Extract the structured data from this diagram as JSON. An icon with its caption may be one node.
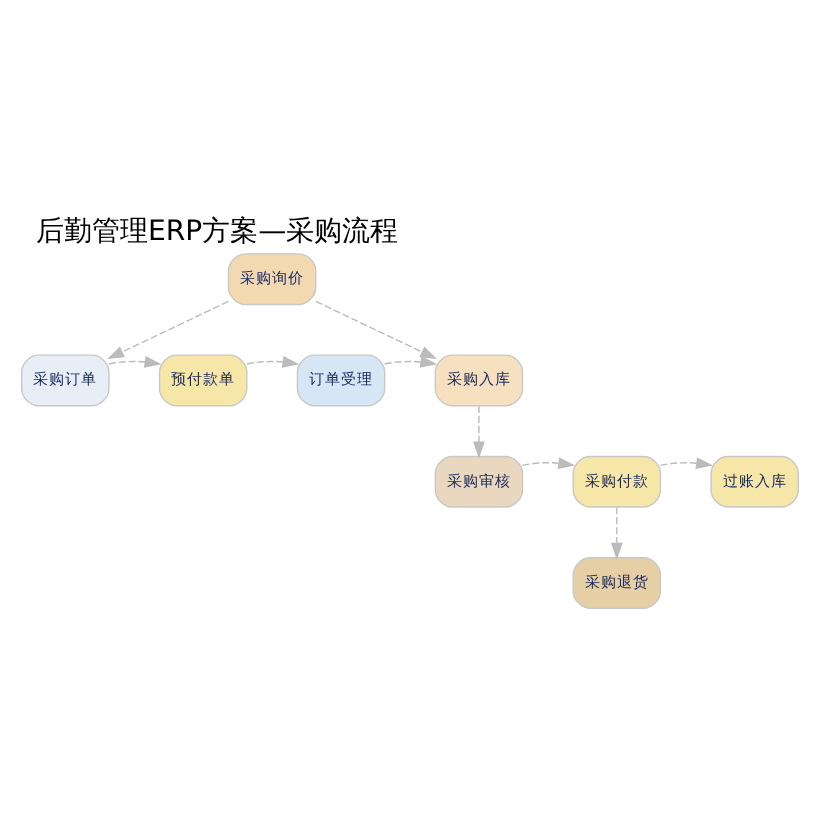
{
  "diagram": {
    "title": "后勤管理ERP方案—采购流程",
    "nodes": [
      {
        "text": [
          "采购询价"
        ]
      },
      {
        "text": [
          "采购订单"
        ]
      },
      {
        "text": [
          "预付款单"
        ]
      },
      {
        "text": [
          "订单受理"
        ]
      },
      {
        "text": [
          "采购入库"
        ]
      },
      {
        "text": [
          "过账入库"
        ]
      },
      {
        "text": [
          "采购付款"
        ]
      },
      {
        "text": [
          "采购审核"
        ]
      },
      {
        "text": [
          "采购退货"
        ]
      }
    ],
    "edges": [
      {
        "from": 0,
        "to": 1,
        "arrow": "to",
        "style": "dashed"
      },
      {
        "from": 0,
        "to": 4,
        "arrow": "to",
        "style": "dashed"
      },
      {
        "from": 1,
        "to": 2,
        "arrow": "to",
        "style": "dashed"
      },
      {
        "from": 2,
        "to": 3,
        "arrow": "to",
        "style": "dashed"
      },
      {
        "from": 3,
        "to": 4,
        "arrow": "to",
        "style": "dashed"
      },
      {
        "from": 4,
        "to": 7,
        "arrow": "to",
        "style": "dashed"
      },
      {
        "from": 7,
        "to": 6,
        "arrow": "to",
        "style": "dashed"
      },
      {
        "from": 6,
        "to": 5,
        "arrow": "to",
        "style": "dashed"
      },
      {
        "from": 6,
        "to": 8,
        "arrow": "to",
        "style": "dashed"
      }
    ]
  }
}
